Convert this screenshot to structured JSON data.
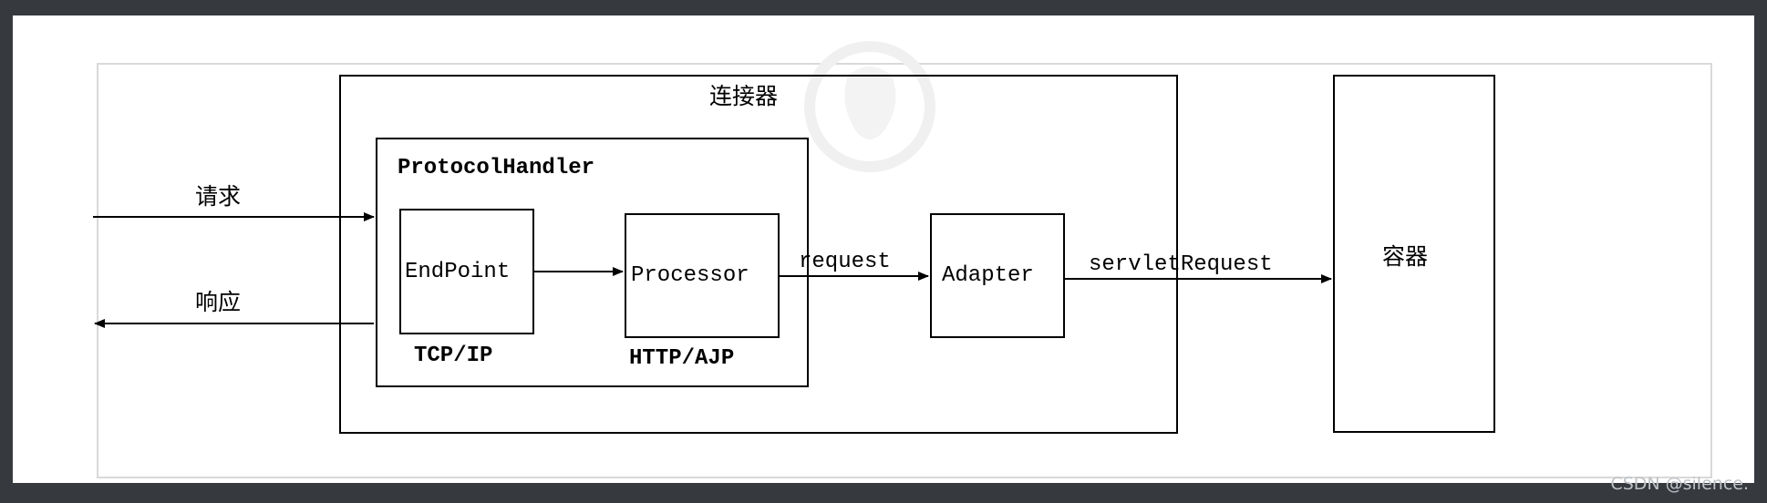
{
  "labels": {
    "connector": "连接器",
    "protocol_handler": "ProtocolHandler",
    "endpoint": "EndPoint",
    "processor": "Processor",
    "adapter": "Adapter",
    "container": "容器",
    "request_cn": "请求",
    "response_cn": "响应",
    "tcp_ip": "TCP/IP",
    "http_ajp": "HTTP/AJP",
    "request": "request",
    "servlet_request": "servletRequest"
  },
  "footer": "CSDN @silence."
}
